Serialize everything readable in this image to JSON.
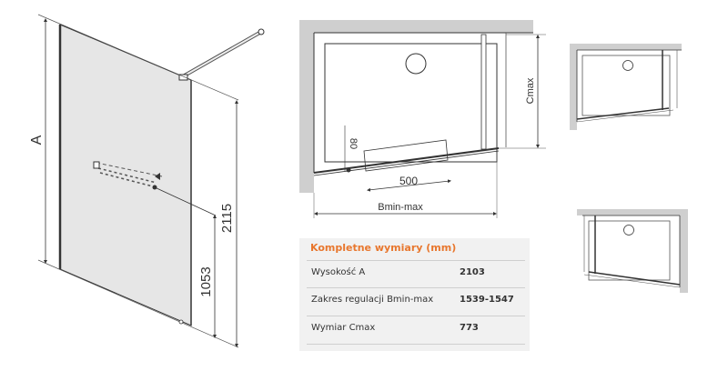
{
  "elevation_view": {
    "label_height": "A",
    "dim_total_height": "2115",
    "dim_shelf_height": "1053"
  },
  "plan_view": {
    "dim_depth": "Cmax",
    "dim_width": "Bmin-max",
    "dim_shelf_length": "500",
    "dim_shelf_offset": "80"
  },
  "variants": [
    {
      "name": "left-variant"
    },
    {
      "name": "right-variant"
    }
  ],
  "spec_table": {
    "title": "Kompletne wymiary (mm)",
    "rows": [
      {
        "label": "Wysokość A",
        "value": "2103"
      },
      {
        "label": "Zakres regulacji Bmin-max",
        "value": "1539-1547"
      },
      {
        "label": "Wymiar Cmax",
        "value": "773"
      }
    ]
  },
  "colors": {
    "accent": "#e8772e",
    "glass": "#e6e6e6",
    "wall": "#cfcfcf",
    "line": "#333333",
    "table_bg": "#f1f1f1"
  }
}
